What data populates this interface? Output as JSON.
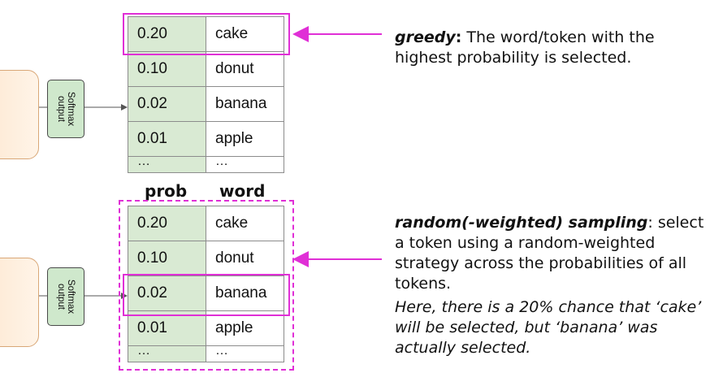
{
  "softmax_label": "Softmax\noutput",
  "headers": {
    "prob": "prob",
    "word": "word"
  },
  "rows": [
    {
      "prob": "0.20",
      "word": "cake"
    },
    {
      "prob": "0.10",
      "word": "donut"
    },
    {
      "prob": "0.02",
      "word": "banana"
    },
    {
      "prob": "0.01",
      "word": "apple"
    },
    {
      "prob": "…",
      "word": "…"
    }
  ],
  "greedy": {
    "term": "greedy",
    "colon": ":",
    "text": " The word/token with the highest probability is selected."
  },
  "random": {
    "term": "random(-weighted) sampling",
    "text": ": select a token using a random-weighted strategy across the probabilities of all tokens.",
    "note": "Here, there is a 20% chance that ‘cake’ will be selected, but ‘banana’ was actually selected."
  },
  "colors": {
    "accent": "#e02fd6",
    "prob_fill": "#d9ead3",
    "softmax_fill": "#cfe8cc",
    "model_fill": "#fde7cf"
  }
}
